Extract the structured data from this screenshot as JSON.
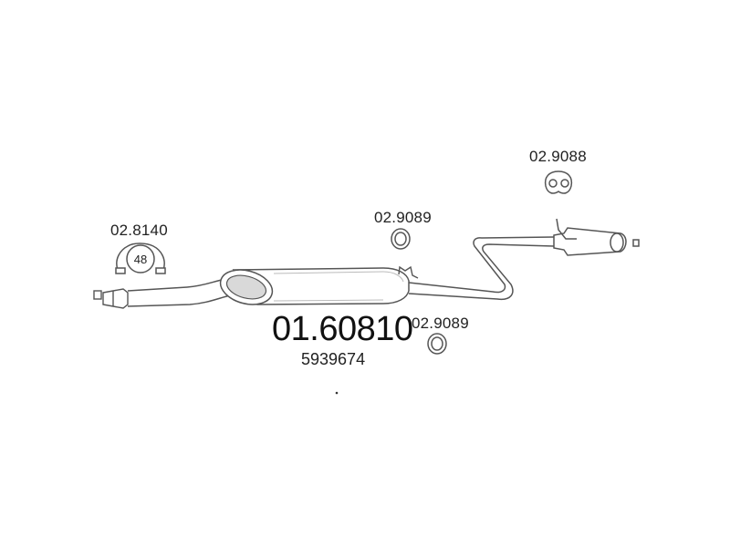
{
  "main_part": {
    "number": "01.60810",
    "oem_number": "5939674"
  },
  "accessories": [
    {
      "id": "clamp",
      "number": "02.8140",
      "size_label": "48",
      "icon": "pipe-clamp-icon"
    },
    {
      "id": "ring-front",
      "number": "02.9089",
      "icon": "gasket-ring-icon"
    },
    {
      "id": "ring-rear",
      "number": "02.9089",
      "icon": "gasket-ring-icon"
    },
    {
      "id": "hanger",
      "number": "02.9088",
      "icon": "rubber-hanger-icon"
    }
  ],
  "colors": {
    "line": "#555555",
    "fill": "#ffffff",
    "shade": "#d9d9d9",
    "text": "#222222"
  }
}
